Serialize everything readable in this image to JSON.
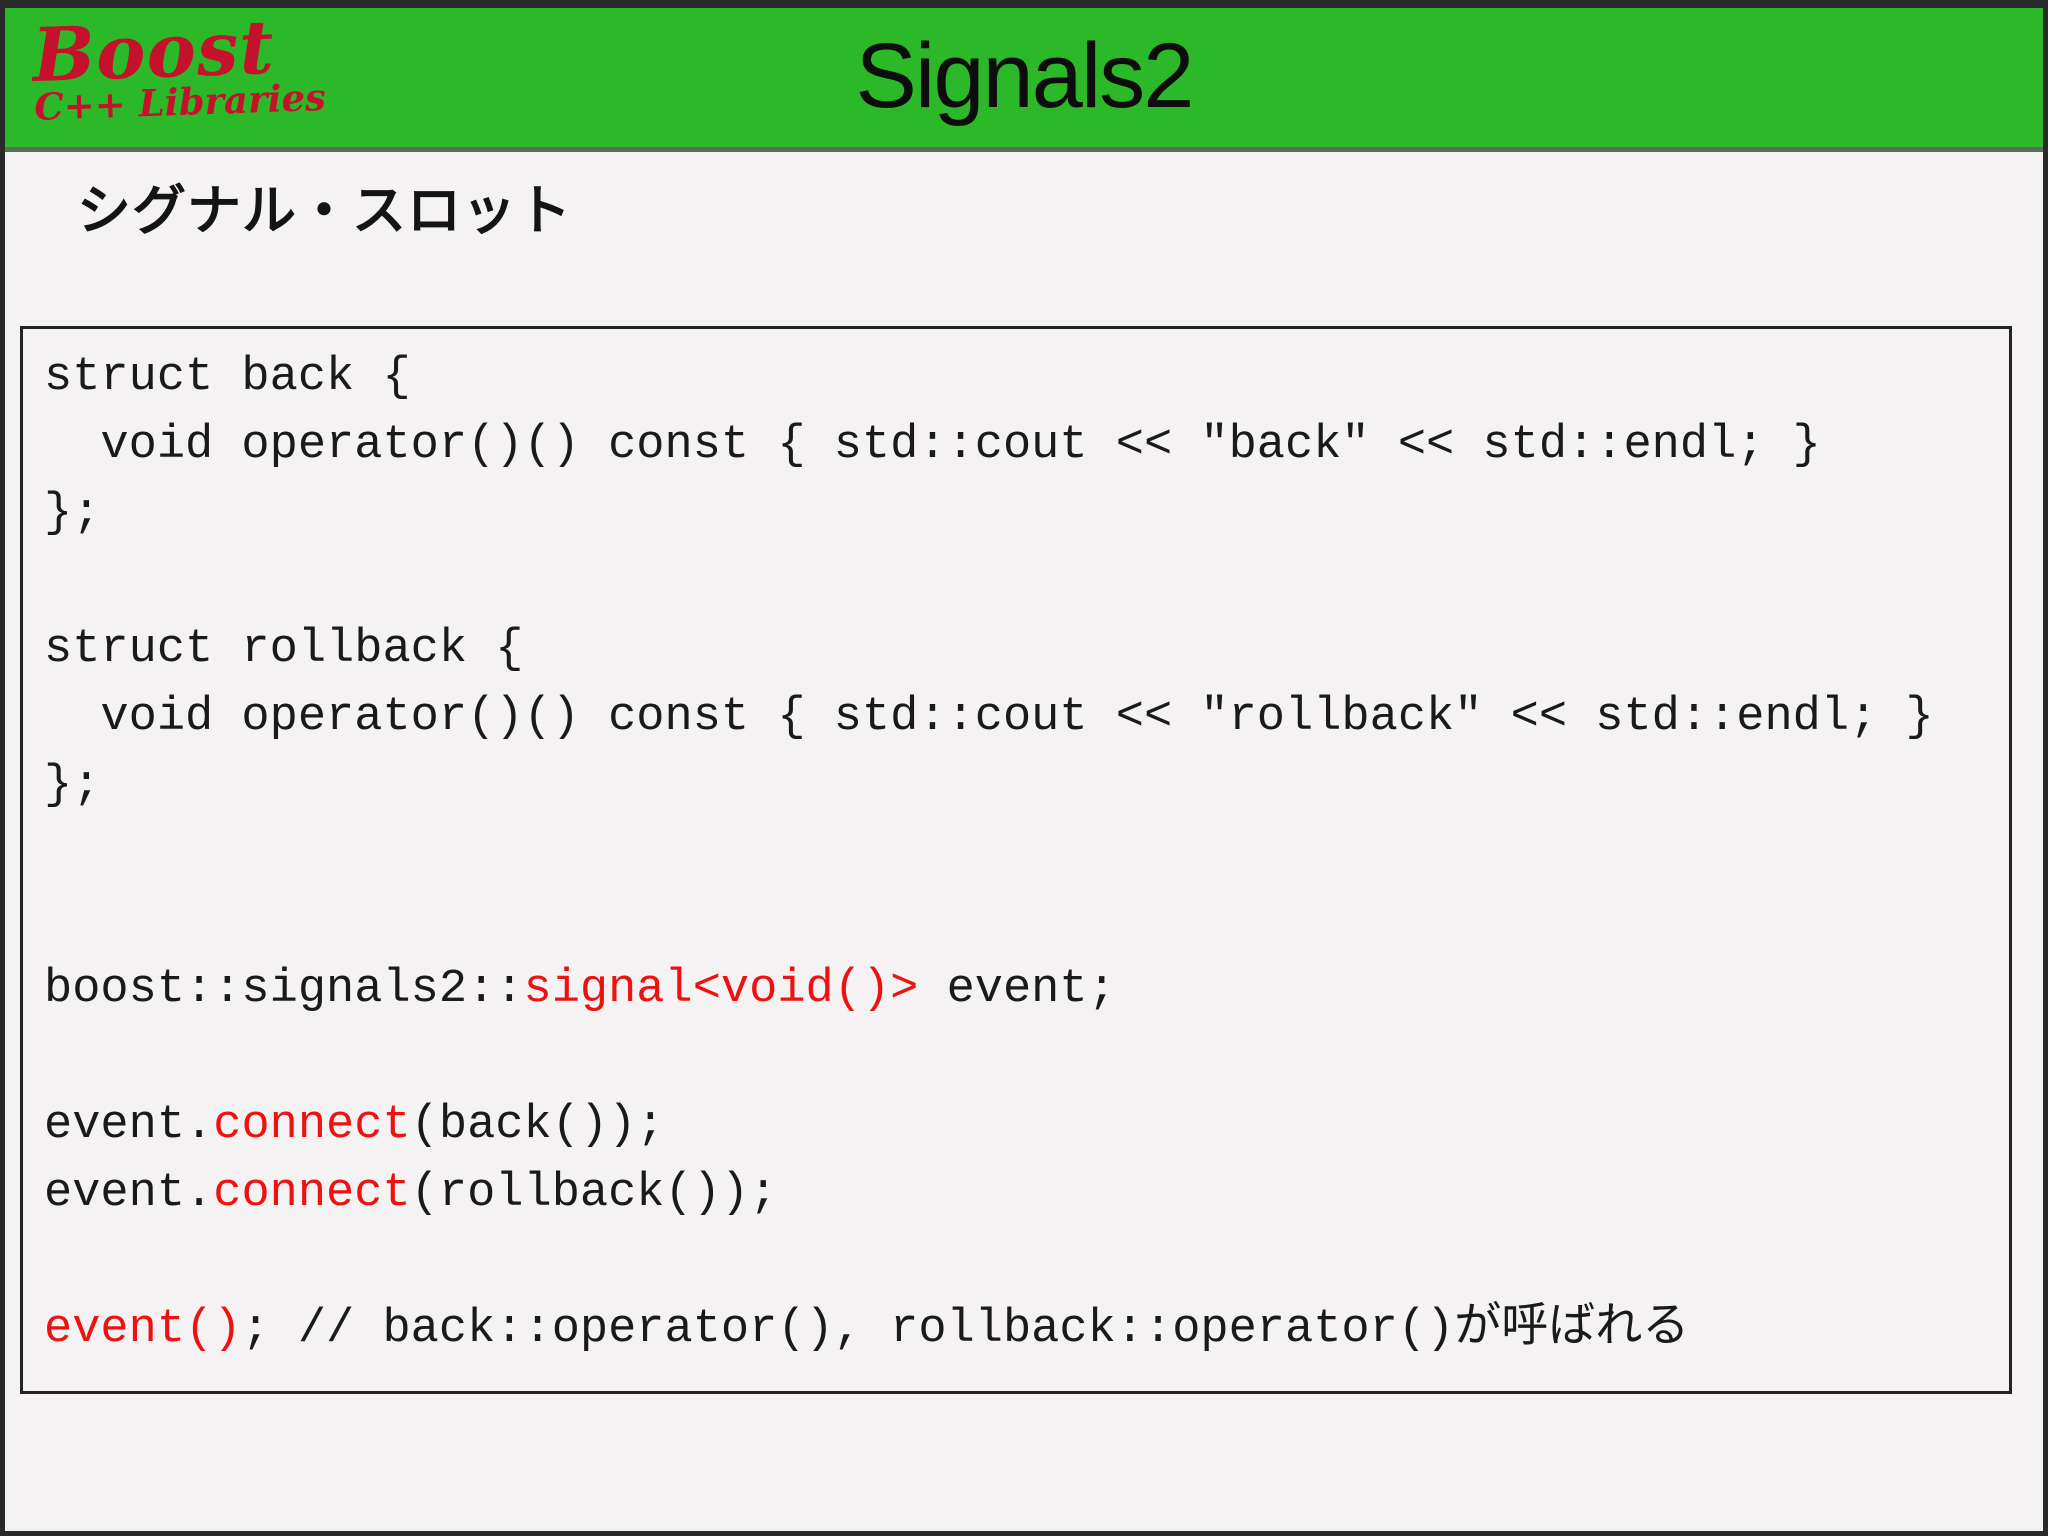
{
  "colors": {
    "header_green": "#2cb929",
    "separator_gray_green": "#5a6b5a",
    "logo_red": "#c5112c",
    "code_red": "#ed1212",
    "background": "#f4f2f3",
    "frame_border": "#2a2a2a"
  },
  "header": {
    "logo_line1": "Boost",
    "logo_line2": "C++ Libraries",
    "title": "Signals2"
  },
  "subtitle": "シグナル・スロット",
  "code": {
    "lines": [
      [
        {
          "t": "struct back {",
          "c": "b"
        }
      ],
      [
        {
          "t": "  void operator()() const { std::cout << \"back\" << std::endl; }",
          "c": "b"
        }
      ],
      [
        {
          "t": "};",
          "c": "b"
        }
      ],
      [],
      [
        {
          "t": "struct rollback {",
          "c": "b"
        }
      ],
      [
        {
          "t": "  void operator()() const { std::cout << \"rollback\" << std::endl; }",
          "c": "b"
        }
      ],
      [
        {
          "t": "};",
          "c": "b"
        }
      ],
      [],
      [],
      [
        {
          "t": "boost::signals2::",
          "c": "b"
        },
        {
          "t": "signal<void()>",
          "c": "r"
        },
        {
          "t": " event;",
          "c": "b"
        }
      ],
      [],
      [
        {
          "t": "event.",
          "c": "b"
        },
        {
          "t": "connect",
          "c": "r"
        },
        {
          "t": "(back());",
          "c": "b"
        }
      ],
      [
        {
          "t": "event.",
          "c": "b"
        },
        {
          "t": "connect",
          "c": "r"
        },
        {
          "t": "(rollback());",
          "c": "b"
        }
      ],
      [],
      [
        {
          "t": "event()",
          "c": "r"
        },
        {
          "t": "; // back::operator(), rollback::operator()が呼ばれる",
          "c": "b"
        }
      ]
    ]
  }
}
